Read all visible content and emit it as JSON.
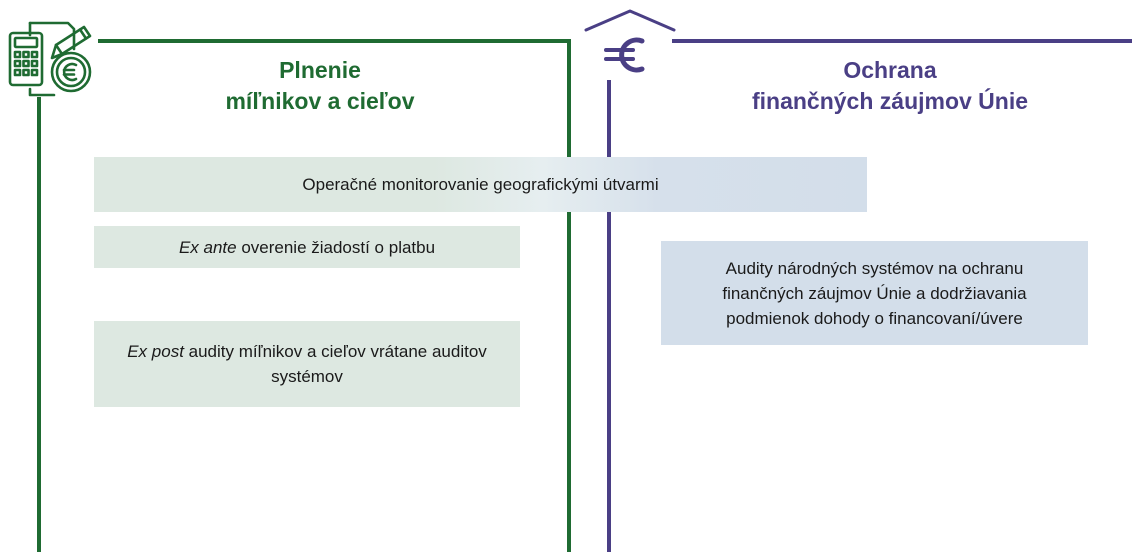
{
  "left_panel": {
    "title_line1": "Plnenie",
    "title_line2": "míľnikov a cieľov",
    "color": "#1f6b32",
    "icon": "calculator-pencil-euro-icon"
  },
  "right_panel": {
    "title_line1": "Ochrana",
    "title_line2": "finančných záujmov Únie",
    "color": "#4a3f85",
    "icon": "euro-house-icon"
  },
  "shared_box": {
    "text": "Operačné monitorovanie geografickými útvarmi"
  },
  "left_boxes": {
    "exante": {
      "italic": "Ex ante",
      "text": " overenie žiadostí o platbu"
    },
    "expost": {
      "italic": "Ex post",
      "text": " audity míľnikov a cieľov vrátane auditov systémov"
    }
  },
  "right_boxes": {
    "audits": {
      "text": "Audity národných systémov na ochranu finančných záujmov Únie a dodržiavania podmienok dohody o financovaní/úvere"
    }
  }
}
